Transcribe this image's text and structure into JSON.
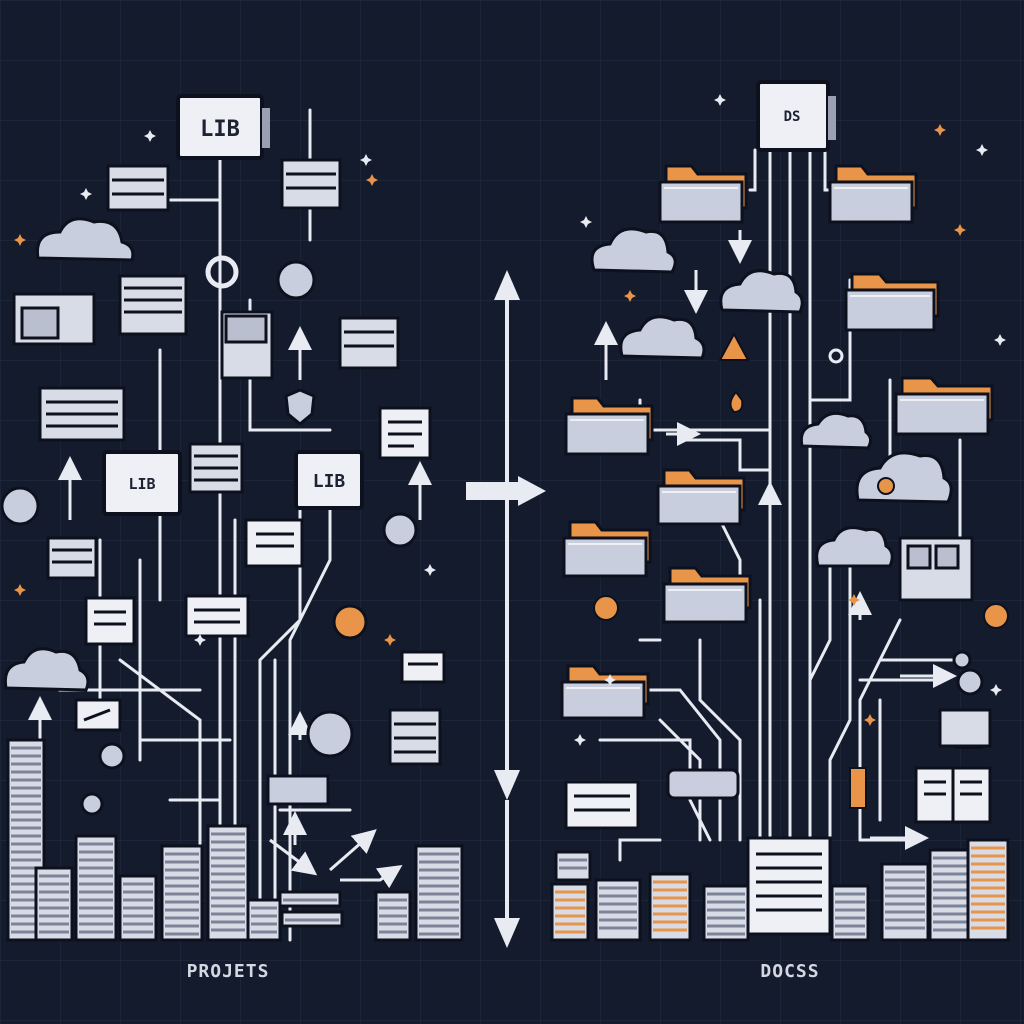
{
  "labels": {
    "lib_top": "LIB",
    "lib_mid_left": "LIB",
    "lib_mid_right": "LIB",
    "ds_top": "DS",
    "caption_left": "PROJETS",
    "caption_right": "DOCSS"
  },
  "colors": {
    "background": "#141b2d",
    "grid": "#222b40",
    "line": "#e8ebf2",
    "folder_tab": "#e8954a",
    "folder_body": "#c9cede",
    "accent": "#e8954a",
    "outline": "#0c111d"
  },
  "icons": [
    "document-icon",
    "folder-icon",
    "cloud-icon",
    "server-stack-icon",
    "gear-icon",
    "arrow-up-icon",
    "arrow-down-icon",
    "arrow-right-icon",
    "shield-icon",
    "sparkle-icon"
  ]
}
